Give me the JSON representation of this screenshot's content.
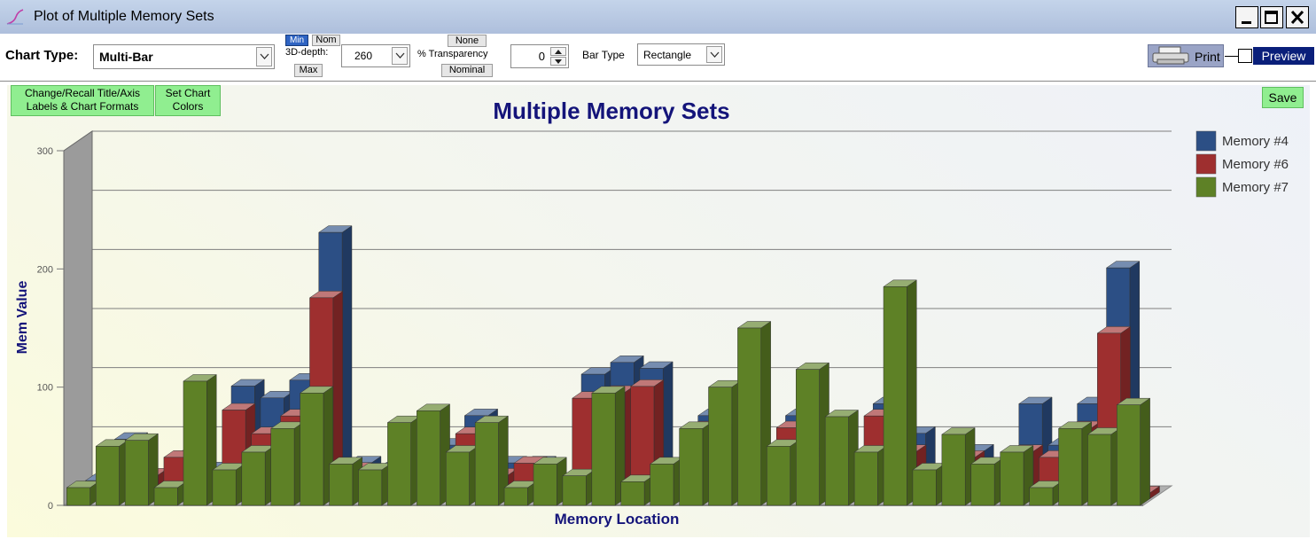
{
  "window": {
    "title": "Plot of Multiple Memory Sets"
  },
  "toolbar": {
    "chart_type_label": "Chart Type:",
    "chart_type_value": "Multi-Bar",
    "depth_min": "Min",
    "depth_nom": "Nom",
    "depth_label": "3D-depth:",
    "depth_max": "Max",
    "depth_value": "260",
    "transparency_none": "None",
    "transparency_label": "% Transparency",
    "transparency_nominal": "Nominal",
    "transparency_value": "0",
    "bar_type_label": "Bar Type",
    "bar_type_value": "Rectangle",
    "print_label": "Print",
    "preview_label": "Preview"
  },
  "chart_buttons": {
    "change_labels": "Change/Recall Title/Axis Labels & Chart Formats",
    "set_colors": "Set Chart Colors",
    "save": "Save"
  },
  "chart_data": {
    "type": "bar",
    "title": "Multiple Memory Sets",
    "xlabel": "Memory Location",
    "ylabel": "Mem Value",
    "ylim": [
      0,
      300
    ],
    "y_ticks": [
      0,
      100,
      200,
      300
    ],
    "grid": true,
    "legend_position": "top-right",
    "series": [
      {
        "name": "Memory #4",
        "color": "#2c4f85",
        "values": [
          10,
          45,
          0,
          30,
          20,
          90,
          80,
          95,
          220,
          25,
          20,
          10,
          40,
          65,
          25,
          25,
          10,
          100,
          110,
          105,
          0,
          65,
          55,
          0,
          65,
          35,
          20,
          75,
          50,
          0,
          35,
          0,
          75,
          40,
          75,
          190,
          0
        ]
      },
      {
        "name": "Memory #6",
        "color": "#9e2f2f",
        "values": [
          5,
          40,
          20,
          35,
          15,
          75,
          55,
          70,
          170,
          25,
          15,
          10,
          35,
          55,
          20,
          30,
          10,
          85,
          90,
          95,
          5,
          60,
          50,
          5,
          60,
          30,
          15,
          70,
          40,
          5,
          35,
          0,
          40,
          35,
          60,
          140,
          5
        ]
      },
      {
        "name": "Memory #7",
        "color": "#5e8126",
        "values": [
          15,
          50,
          55,
          15,
          105,
          30,
          45,
          65,
          95,
          35,
          30,
          70,
          80,
          45,
          70,
          15,
          35,
          25,
          95,
          20,
          35,
          65,
          100,
          150,
          50,
          115,
          75,
          45,
          185,
          30,
          60,
          35,
          45,
          15,
          65,
          60,
          85
        ]
      }
    ]
  }
}
